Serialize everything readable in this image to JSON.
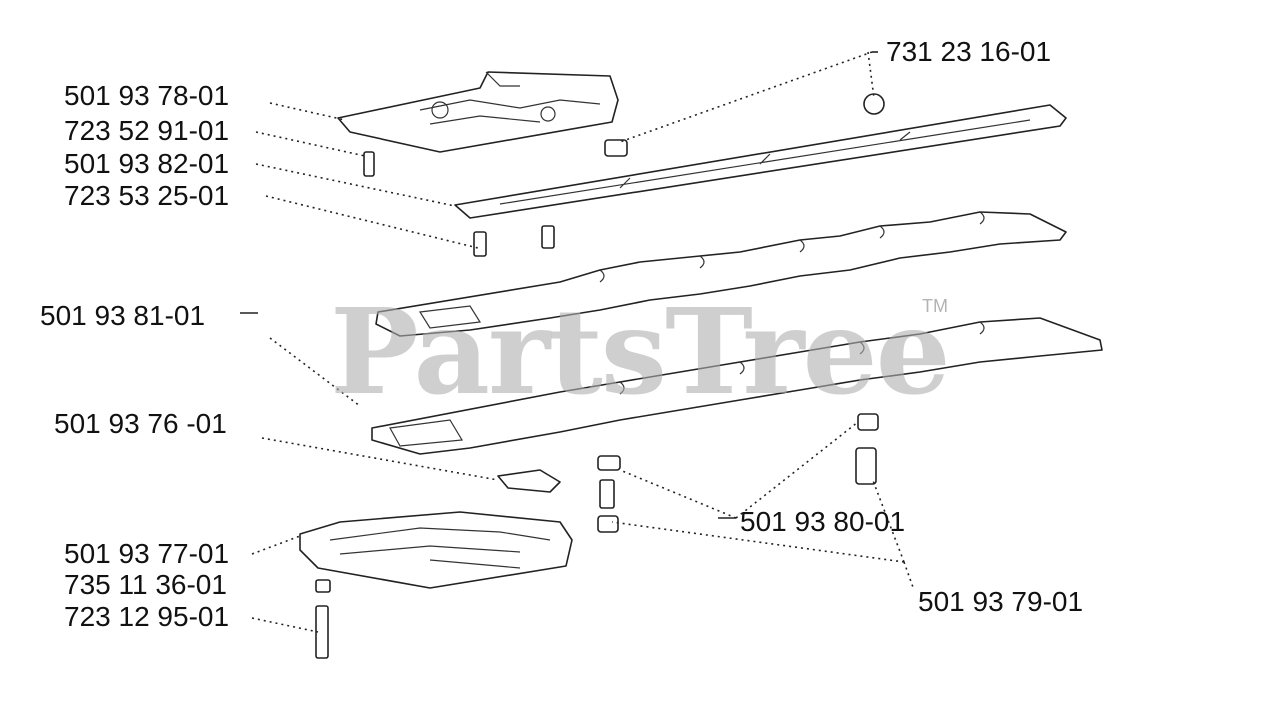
{
  "watermark": {
    "brand": "PartsTree",
    "trademark": "TM"
  },
  "part_labels": [
    "731 23 16-01",
    "501 93 78-01",
    "723 52 91-01",
    "501 93 82-01",
    "723 53 25-01",
    "501 93 81-01",
    "501 93 76 -01",
    "501 93 80-01",
    "501 93 79-01",
    "501 93 77-01",
    "735 11 36-01",
    "723 12 95-01"
  ]
}
